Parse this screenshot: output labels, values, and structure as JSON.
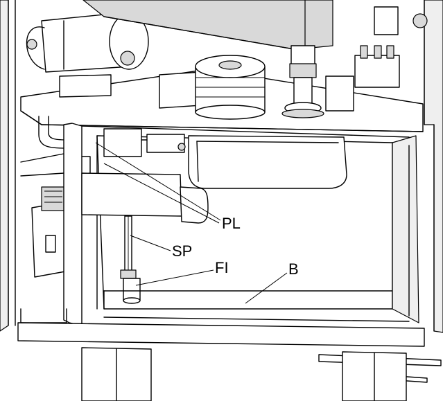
{
  "labels": {
    "pl": "PL",
    "sp": "SP",
    "fi": "FI",
    "b": "B"
  }
}
